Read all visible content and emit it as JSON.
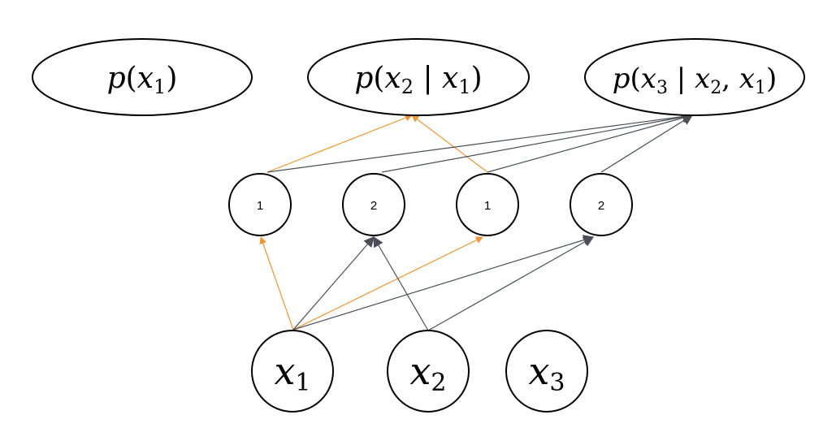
{
  "output_nodes": [
    {
      "id": "o1",
      "fn": "p",
      "var": "x",
      "sub": "1",
      "cond": []
    },
    {
      "id": "o2",
      "fn": "p",
      "var": "x",
      "sub": "2",
      "cond": [
        {
          "var": "x",
          "sub": "1"
        }
      ]
    },
    {
      "id": "o3",
      "fn": "p",
      "var": "x",
      "sub": "3",
      "cond": [
        {
          "var": "x",
          "sub": "2"
        },
        {
          "var": "x",
          "sub": "1"
        }
      ]
    }
  ],
  "hidden_nodes": [
    {
      "id": "h1",
      "label": "1"
    },
    {
      "id": "h2",
      "label": "2"
    },
    {
      "id": "h3",
      "label": "1"
    },
    {
      "id": "h4",
      "label": "2"
    }
  ],
  "input_nodes": [
    {
      "id": "i1",
      "var": "x",
      "sub": "1"
    },
    {
      "id": "i2",
      "var": "x",
      "sub": "2"
    },
    {
      "id": "i3",
      "var": "x",
      "sub": "3"
    }
  ],
  "edges": [
    {
      "from": "i1",
      "to": "h1",
      "color": "#f0962e"
    },
    {
      "from": "i1",
      "to": "h3",
      "color": "#f0962e"
    },
    {
      "from": "i1",
      "to": "h2",
      "color": "#4a4f57"
    },
    {
      "from": "i1",
      "to": "h4",
      "color": "#4a4f57"
    },
    {
      "from": "i2",
      "to": "h2",
      "color": "#4a4f57"
    },
    {
      "from": "i2",
      "to": "h4",
      "color": "#4a4f57"
    },
    {
      "from": "h1",
      "to": "o2",
      "color": "#f0962e"
    },
    {
      "from": "h3",
      "to": "o2",
      "color": "#f0962e"
    },
    {
      "from": "h1",
      "to": "o3",
      "color": "#4a4f57"
    },
    {
      "from": "h2",
      "to": "o3",
      "color": "#4a4f57"
    },
    {
      "from": "h3",
      "to": "o3",
      "color": "#4a4f57"
    },
    {
      "from": "h4",
      "to": "o3",
      "color": "#4a4f57"
    }
  ],
  "colors": {
    "orange": "#f0962e",
    "dark": "#4a4f57"
  }
}
